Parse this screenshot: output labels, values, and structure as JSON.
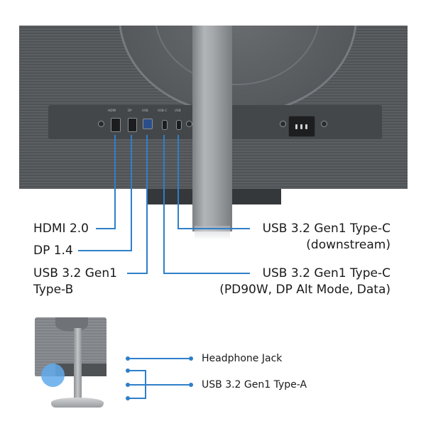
{
  "colors": {
    "leader_line": "#2f7fc9",
    "monitor_body": "#5c5f62",
    "highlight": "#60aaeb"
  },
  "icons": [
    "hdmi-port-icon",
    "displayport-icon",
    "usb-b-port-icon",
    "usb-c-port-icon",
    "power-socket-icon"
  ],
  "panel_port_labels": {
    "hdmi": "HDMI",
    "dp": "DP",
    "usb_b": "USB",
    "usb_c": "USB-C",
    "usb_c_down": "USB"
  },
  "callouts": {
    "hdmi": "HDMI 2.0",
    "dp": "DP 1.4",
    "usb_b_line1": "USB 3.2 Gen1",
    "usb_b_line2": "Type-B",
    "usb_c_down_line1": "USB 3.2 Gen1 Type-C",
    "usb_c_down_line2": "(downstream)",
    "usb_c_pd_line1": "USB 3.2 Gen1 Type-C",
    "usb_c_pd_line2": "(PD90W, DP Alt Mode, Data)"
  },
  "side_ports": {
    "headphone": "Headphone Jack",
    "usb_a": "USB 3.2 Gen1 Type-A"
  }
}
